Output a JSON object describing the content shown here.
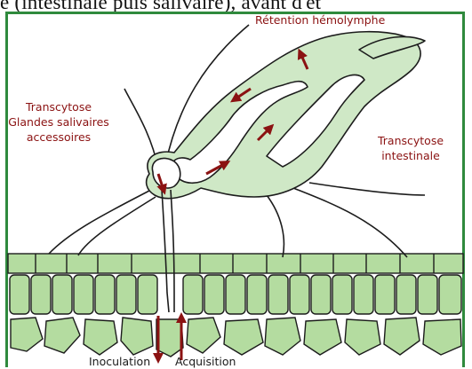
{
  "header_text": "e (intestinale puis salivaire), avant d'êt",
  "labels": {
    "retention": "Rétention hémolymphe",
    "transcytose_salivary_line1": "Transcytose",
    "transcytose_salivary_line2": "Glandes salivaires",
    "transcytose_salivary_line3": "accessoires",
    "transcytose_intestinal_line1": "Transcytose",
    "transcytose_intestinal_line2": "intestinale",
    "inoculation": "Inoculation",
    "acquisition": "Acquisition"
  },
  "colors": {
    "frame": "#2f8a3d",
    "insect_fill": "#cfe8c6",
    "leaf_fill": "#b4dca0",
    "outline": "#1c1c1c",
    "arrow": "#8b1212",
    "label_text": "#8b1212"
  }
}
